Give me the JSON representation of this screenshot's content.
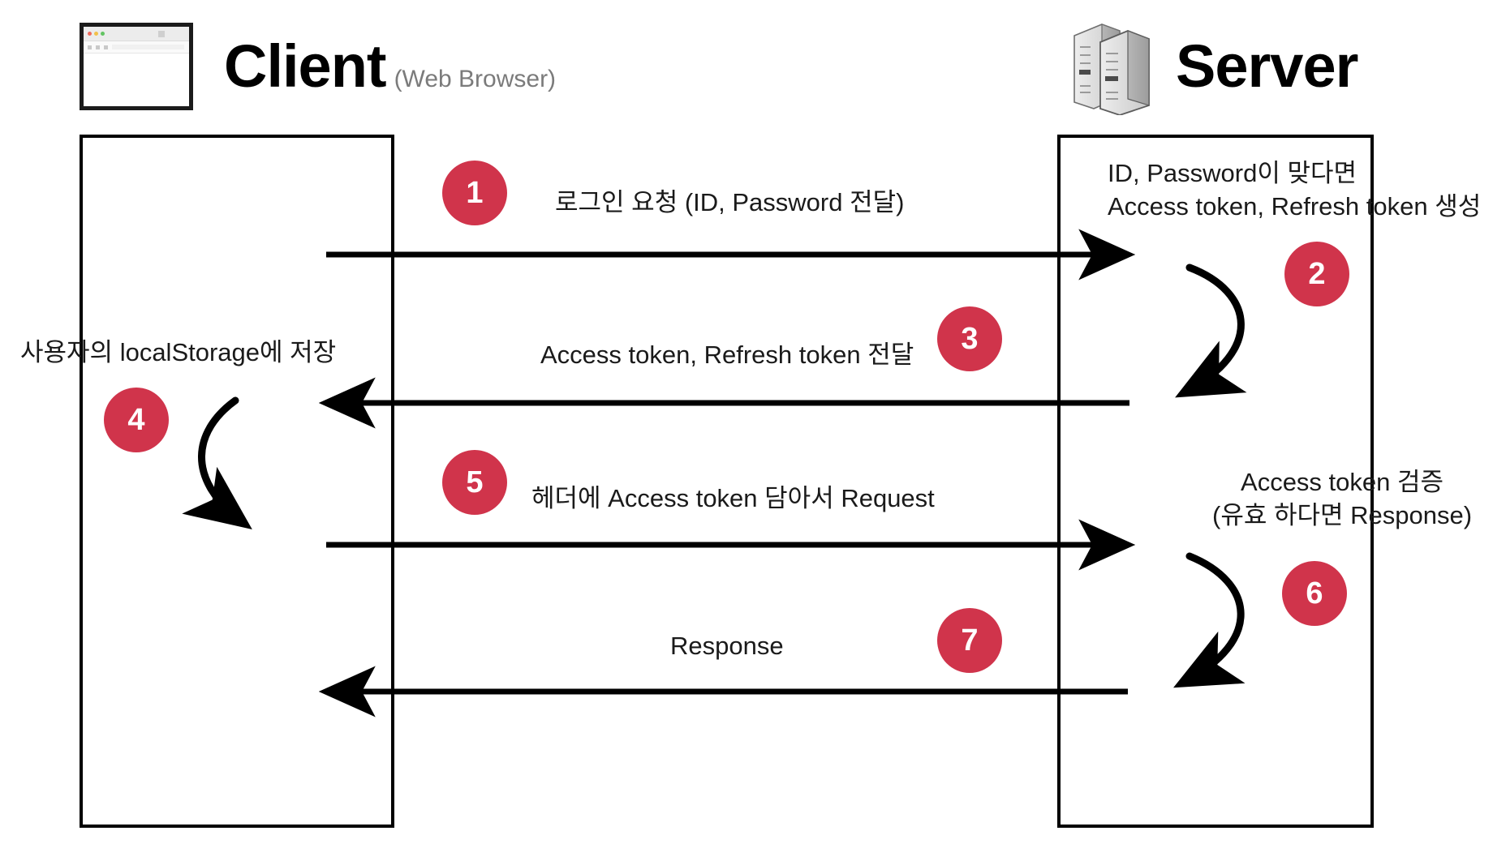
{
  "diagram": {
    "title": "JWT login flow sequence diagram",
    "accent_color": "#d0344b",
    "line_color": "#000000",
    "background": "#ffffff"
  },
  "actors": {
    "client": {
      "name": "Client",
      "subtitle": "(Web Browser)",
      "icon": "browser-window-icon"
    },
    "server": {
      "name": "Server",
      "icon": "server-rack-icon"
    }
  },
  "steps": [
    {
      "number": "1",
      "label": "로그인 요청 (ID, Password 전달)"
    },
    {
      "number": "2",
      "label": "ID, Password이 맞다면\nAccess token, Refresh token 생성"
    },
    {
      "number": "3",
      "label": "Access token, Refresh token 전달"
    },
    {
      "number": "4",
      "label": "사용자의 localStorage에 저장"
    },
    {
      "number": "5",
      "label": "헤더에 Access token 담아서 Request"
    },
    {
      "number": "6",
      "label": "Access token 검증\n(유효 하다면 Response)"
    },
    {
      "number": "7",
      "label": "Response"
    }
  ]
}
